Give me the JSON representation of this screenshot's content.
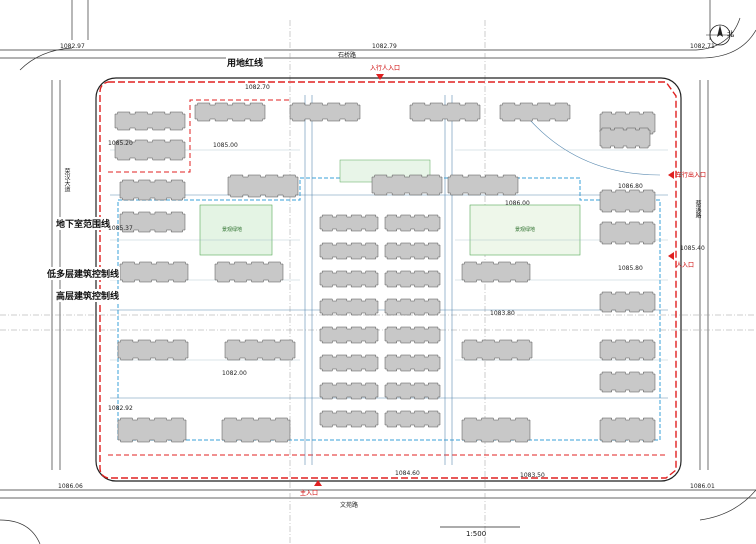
{
  "legend": {
    "red_line": "用地红线",
    "basement_line": "地下室范围线",
    "multistory_line": "低多层建筑控制线",
    "highrise_line": "高层建筑控制线"
  },
  "scale": "1:500",
  "north": "北",
  "roads": {
    "north": "石桥路",
    "south": "文苑路",
    "east": "蔡溪路",
    "west": "荣汉大道"
  },
  "gates": {
    "north": "入行人入口",
    "south": "主入口",
    "east_upper": "车行出入口",
    "east_lower": "人入口"
  },
  "green_labels": [
    "景观绿地",
    "景观绿地"
  ],
  "elevations": {
    "n1": "1082.97",
    "n2": "1082.79",
    "n3": "1082.71",
    "w1": "1085.20",
    "w2": "1085.37",
    "w3": "1082.92",
    "e1": "1085.40",
    "e2": "1085.80",
    "e3": "1086.80",
    "s1": "1086.06",
    "s2": "1083.50",
    "s3": "1086.01",
    "c1": "1085.00",
    "c2": "1082.70",
    "c3": "1086.00",
    "c4": "1084.60",
    "c5": "1083.80",
    "c6": "1082.00"
  },
  "colors": {
    "red_line": "#e02020",
    "basement": "#3aa0d8",
    "building_fill": "#c8c8c8",
    "green": "#58a858"
  }
}
